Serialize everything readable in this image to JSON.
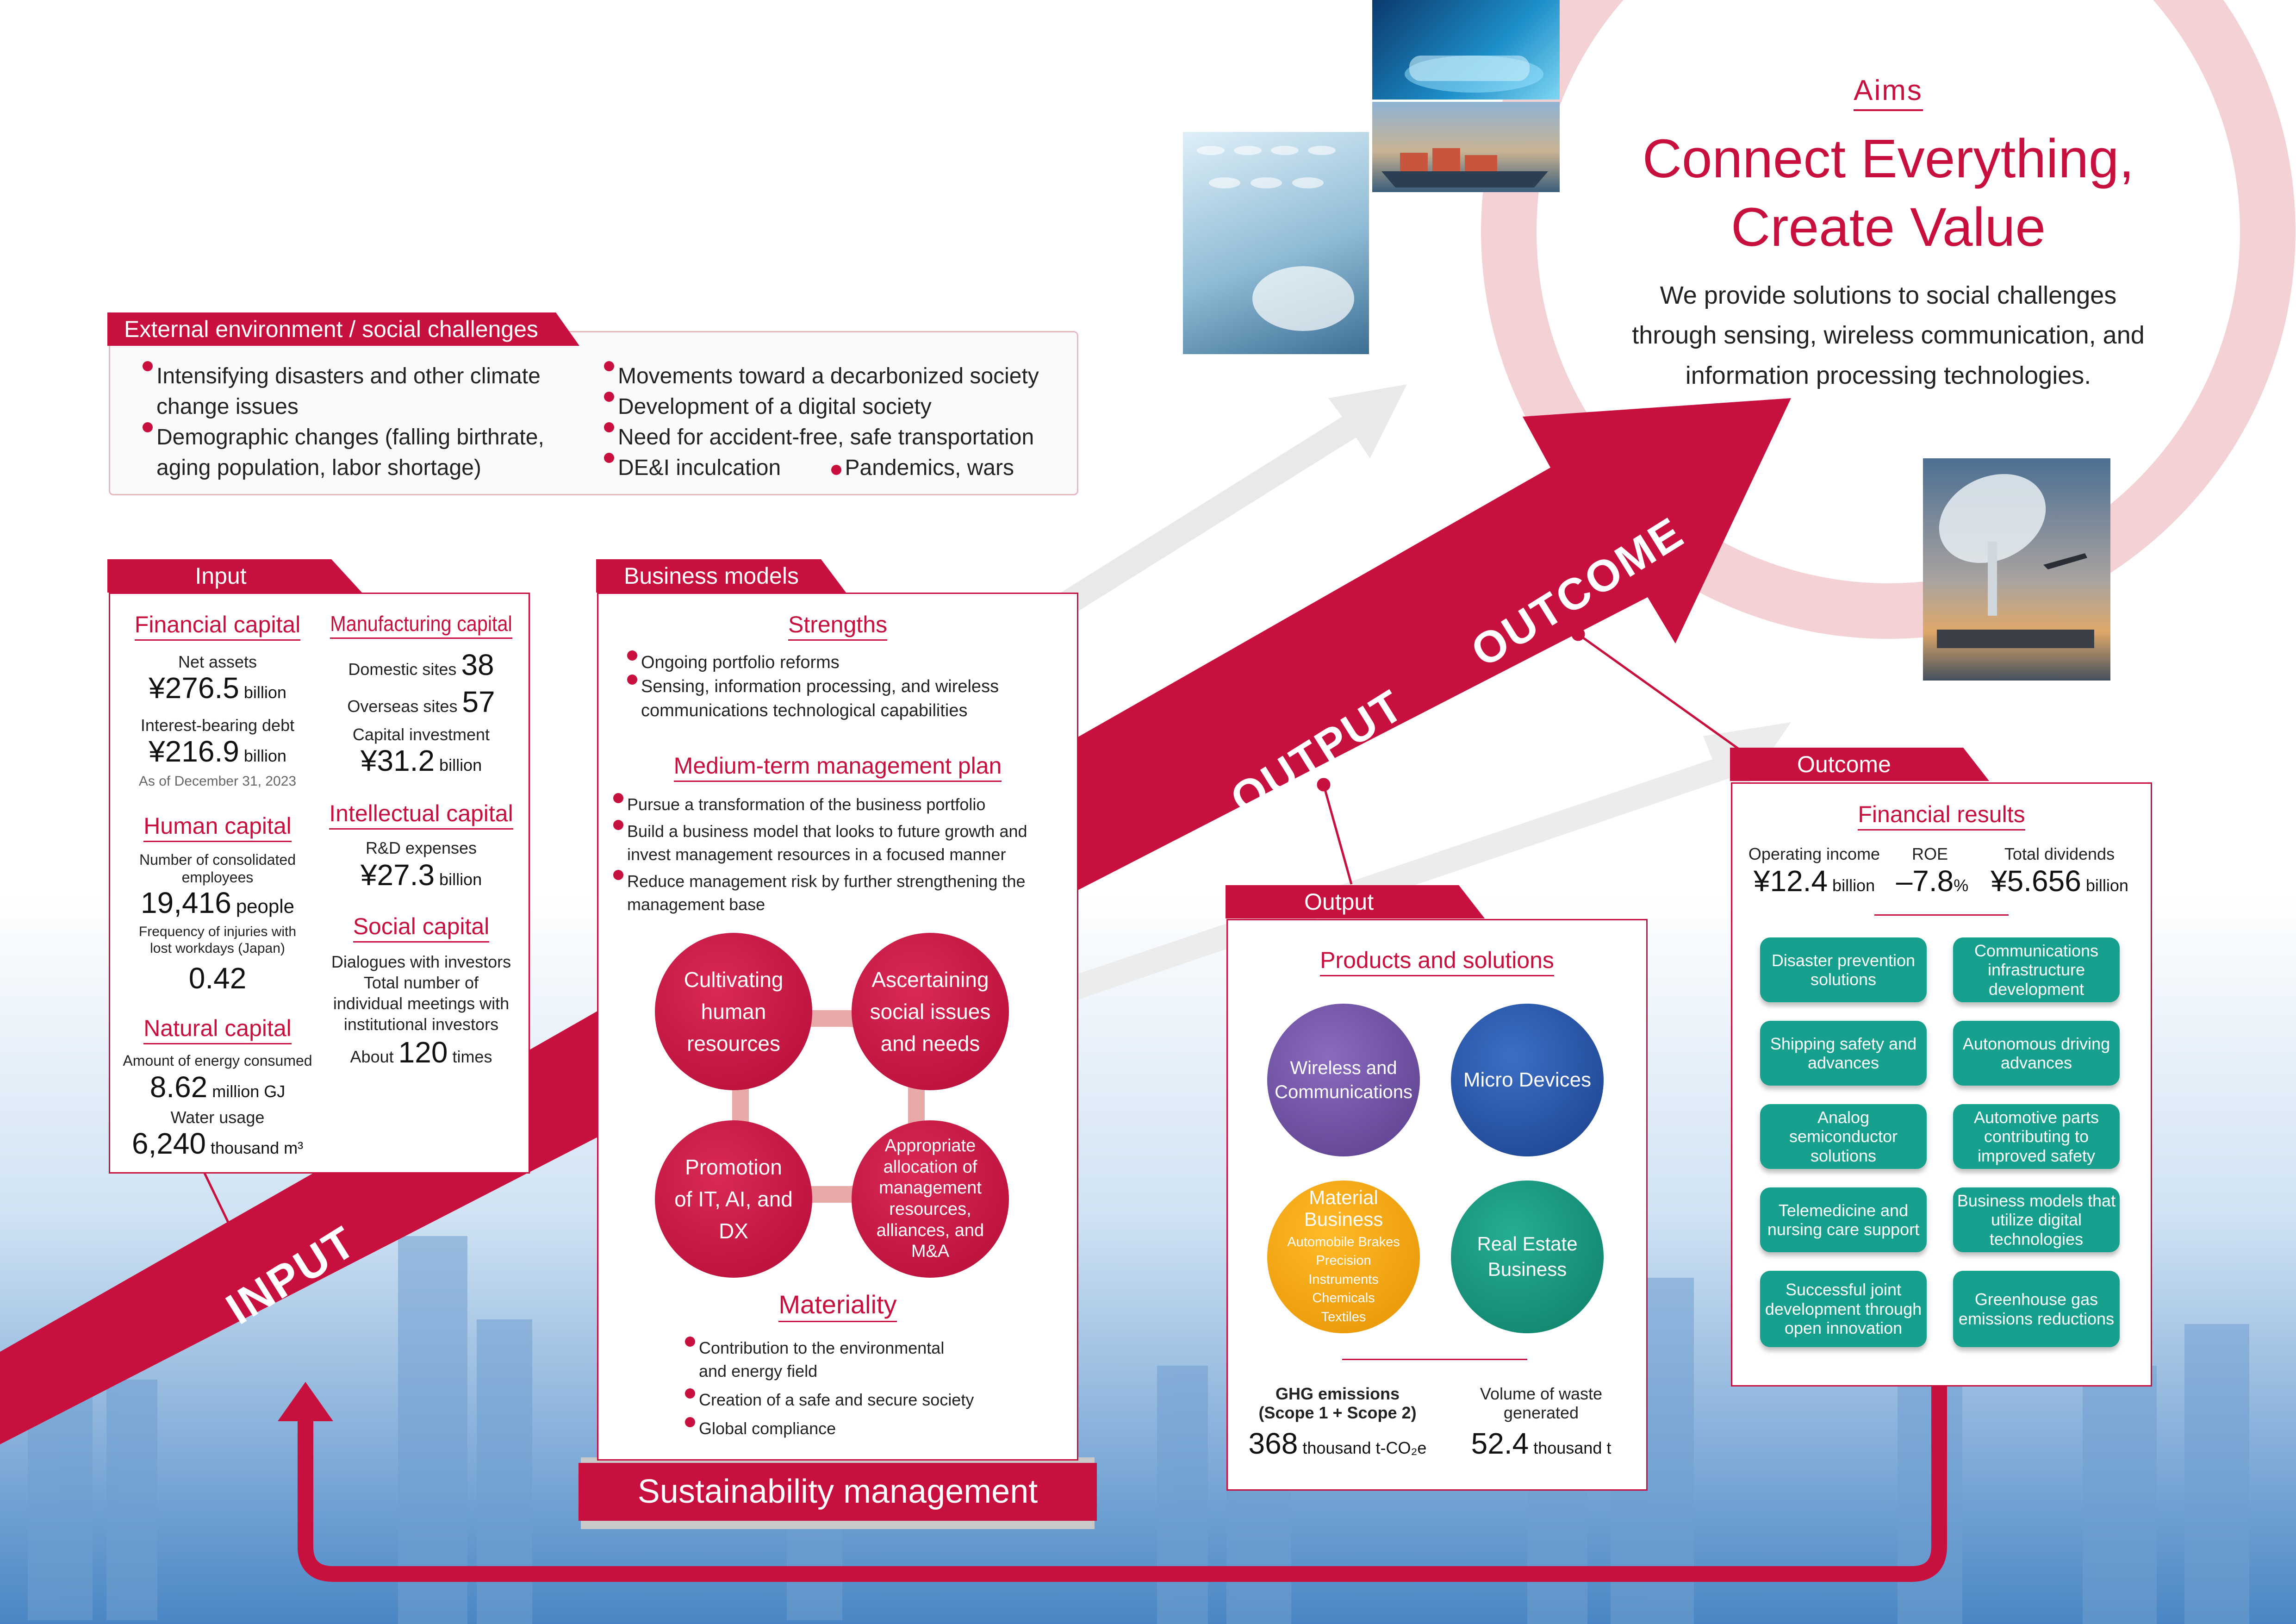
{
  "aims": {
    "label": "Aims",
    "headline_line1": "Connect Everything,",
    "headline_line2": "Create Value",
    "text_line1": "We provide solutions to social challenges",
    "text_line2": "through sensing, wireless communication, and",
    "text_line3": "information processing technologies."
  },
  "arrow_labels": {
    "input": "INPUT",
    "output": "OUTPUT",
    "outcome": "OUTCOME"
  },
  "external": {
    "tab": "External environment / social challenges",
    "col1": [
      "Intensifying disasters and other climate",
      "change issues",
      "Demographic changes (falling birthrate,",
      "aging population, labor shortage)"
    ],
    "col2": [
      "Movements toward a decarbonized society",
      "Development of a digital society",
      "Need for accident-free, safe transportation",
      "DE&I inculcation"
    ],
    "col2_extra": "Pandemics, wars"
  },
  "input": {
    "tab": "Input",
    "financial": {
      "title": "Financial capital",
      "net_assets_label": "Net assets",
      "net_assets_value": "¥276.5",
      "net_assets_unit": "billion",
      "debt_label": "Interest-bearing debt",
      "debt_value": "¥216.9",
      "debt_unit": "billion",
      "as_of": "As of December 31, 2023"
    },
    "manufacturing": {
      "title": "Manufacturing capital",
      "domestic_label": "Domestic sites",
      "domestic_value": "38",
      "overseas_label": "Overseas sites",
      "overseas_value": "57",
      "capex_label": "Capital investment",
      "capex_value": "¥31.2",
      "capex_unit": "billion"
    },
    "human": {
      "title": "Human capital",
      "employees_label_1": "Number of consolidated",
      "employees_label_2": "employees",
      "employees_value": "19,416",
      "employees_unit": "people",
      "injury_label_1": "Frequency of injuries with",
      "injury_label_2": "lost workdays (Japan)",
      "injury_value": "0.42"
    },
    "intellectual": {
      "title": "Intellectual capital",
      "rd_label": "R&D expenses",
      "rd_value": "¥27.3",
      "rd_unit": "billion"
    },
    "social": {
      "title": "Social capital",
      "line1": "Dialogues with investors",
      "line2": "Total number of",
      "line3": "individual meetings with",
      "line4": "institutional investors",
      "prefix": "About",
      "value": "120",
      "unit": "times"
    },
    "natural": {
      "title": "Natural capital",
      "energy_label": "Amount of energy consumed",
      "energy_value": "8.62",
      "energy_unit": "million GJ",
      "water_label": "Water usage",
      "water_value": "6,240",
      "water_unit": "thousand m³"
    }
  },
  "business": {
    "tab": "Business models",
    "strengths_title": "Strengths",
    "strengths": [
      "Ongoing portfolio reforms",
      "Sensing, information processing, and wireless"
    ],
    "strengths_cont": "communications technological capabilities",
    "plan_title": "Medium-term management plan",
    "plan": [
      {
        "l1": "Pursue a transformation of the business portfolio",
        "l2": ""
      },
      {
        "l1": "Build a business model that looks to future growth and",
        "l2": "invest management resources in a focused manner"
      },
      {
        "l1": "Reduce management risk by further strengthening the",
        "l2": "management base"
      }
    ],
    "circles": {
      "c1": "Cultivating human resources",
      "c2": "Ascertaining social issues and needs",
      "c3": "Promotion of IT, AI, and DX",
      "c4": "Appropriate allocation of management resources, alliances, and M&A"
    },
    "materiality_title": "Materiality",
    "materiality": [
      {
        "l1": "Contribution to the environmental",
        "l2": "and energy field"
      },
      {
        "l1": "Creation of a safe and secure society",
        "l2": ""
      },
      {
        "l1": "Global compliance",
        "l2": ""
      }
    ],
    "sustainability": "Sustainability management"
  },
  "output": {
    "tab": "Output",
    "products_title": "Products and solutions",
    "wireless": "Wireless and Communications",
    "micro": "Micro Devices",
    "material_title": "Material Business",
    "material_sub": [
      "Automobile Brakes",
      "Precision",
      "Instruments",
      "Chemicals",
      "Textiles"
    ],
    "realestate": "Real Estate Business",
    "ghg_label_1": "GHG emissions",
    "ghg_label_2": "(Scope 1 + Scope 2)",
    "ghg_value": "368",
    "ghg_unit": "thousand t-CO₂e",
    "waste_label_1": "Volume of waste",
    "waste_label_2": "generated",
    "waste_value": "52.4",
    "waste_unit": "thousand t"
  },
  "outcome": {
    "tab": "Outcome",
    "financial_title": "Financial results",
    "op_label": "Operating income",
    "op_value": "¥12.4",
    "op_unit": "billion",
    "roe_label": "ROE",
    "roe_value": "–7.8",
    "roe_unit": "%",
    "div_label": "Total dividends",
    "div_value": "¥5.656",
    "div_unit": "billion",
    "tiles": [
      "Disaster prevention solutions",
      "Communications infrastructure development",
      "Shipping safety and advances",
      "Autonomous driving advances",
      "Analog semiconductor solutions",
      "Automotive parts contributing to improved safety",
      "Telemedicine and nursing care support",
      "Business models that utilize digital technologies",
      "Successful joint development through open innovation",
      "Greenhouse gas emissions reductions"
    ]
  },
  "colors": {
    "accent": "#c8103e",
    "teal": "#16a08d",
    "purple": "#6a4c9c",
    "blue": "#1f4fa0",
    "orange": "#f0a000",
    "green": "#13907a"
  }
}
